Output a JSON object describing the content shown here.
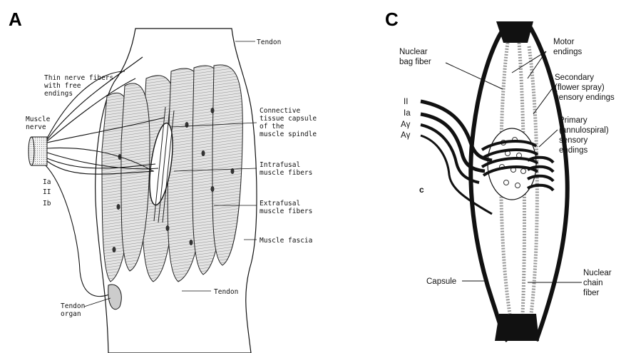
{
  "panel_a": {
    "letter": "A",
    "labels": {
      "tendon_top": "Tendon",
      "thin_nerve": [
        "Thin nerve fibers",
        "with free",
        "endings"
      ],
      "muscle_nerve": [
        "Muscle",
        "nerve"
      ],
      "connective": [
        "Connective",
        "tissue capsule",
        "of the",
        "muscle spindle"
      ],
      "intrafusal": [
        "Intrafusal",
        "muscle fibers"
      ],
      "extrafusal": [
        "Extrafusal",
        "muscle fibers"
      ],
      "fascia": "Muscle fascia",
      "tendon_bottom": "Tendon",
      "tendon_organ": [
        "Tendon",
        "organ"
      ],
      "ia": "Ia",
      "ii": "II",
      "ib": "Ib"
    }
  },
  "panel_c": {
    "letter": "C",
    "small_letter": "c",
    "labels": {
      "nuclear_bag": [
        "Nuclear",
        "bag fiber"
      ],
      "motor": [
        "Motor",
        "endings"
      ],
      "secondary": [
        "Secondary",
        "(flower spray)",
        "sensory endings"
      ],
      "primary": [
        "Primary",
        "(annulospiral)",
        "sensory",
        "endings"
      ],
      "ii": "II",
      "ia": "Ia",
      "agamma1": "Aγ",
      "agamma2": "Aγ",
      "capsule": "Capsule",
      "nuclear_chain": [
        "Nuclear",
        "chain",
        "fiber"
      ]
    }
  }
}
